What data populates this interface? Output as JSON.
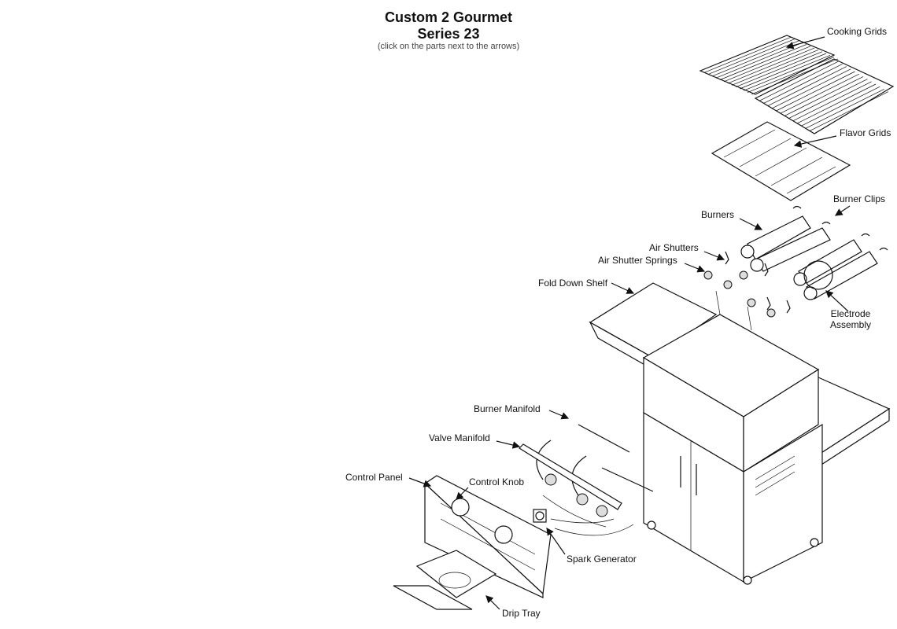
{
  "header": {
    "title_line1": "Custom 2 Gourmet",
    "title_line2": "Series 23",
    "subtitle": "(click on the parts next to the arrows)"
  },
  "parts": {
    "cooking_grids": "Cooking Grids",
    "flavor_grids": "Flavor Grids",
    "burner_clips": "Burner Clips",
    "burners": "Burners",
    "air_shutters": "Air Shutters",
    "air_shutter_springs": "Air Shutter Springs",
    "fold_down_shelf": "Fold Down Shelf",
    "electrode_line1": "Electrode",
    "electrode_line2": "Assembly",
    "burner_manifold": "Burner Manifold",
    "valve_manifold": "Valve Manifold",
    "control_panel": "Control Panel",
    "control_knob": "Control Knob",
    "spark_generator": "Spark Generator",
    "drip_tray": "Drip Tray"
  }
}
